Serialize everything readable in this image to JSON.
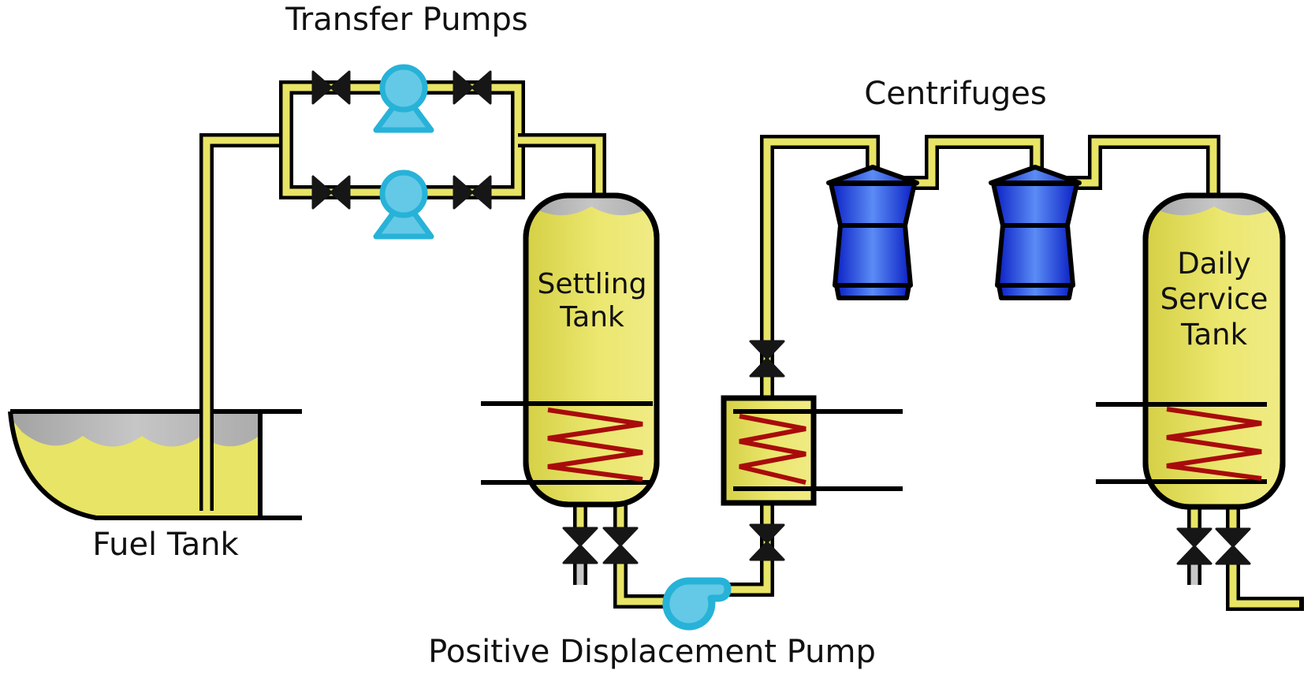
{
  "labels": {
    "transfer_pumps": "Transfer Pumps",
    "centrifuges": "Centrifuges",
    "fuel_tank": "Fuel Tank",
    "positive_displacement_pump": "Positive Displacement Pump",
    "settling_tank_line1": "Settling",
    "settling_tank_line2": "Tank",
    "daily_service_tank_line1": "Daily",
    "daily_service_tank_line2": "Service",
    "daily_service_tank_line3": "Tank"
  },
  "colors": {
    "background": "#ffffff",
    "outline": "#000000",
    "pipe_fill": "#e8e466",
    "headspace_gray": "#b5b5b5",
    "coil_red": "#a80b0b",
    "pump_fill": "#63c9e6",
    "pump_stroke": "#27b2d8",
    "centrifuge_dark": "#0a1fc4",
    "centrifuge_light": "#5b8cf5",
    "valve_black": "#161616",
    "drain_gray": "#c8c8c8",
    "text": "#111111"
  }
}
